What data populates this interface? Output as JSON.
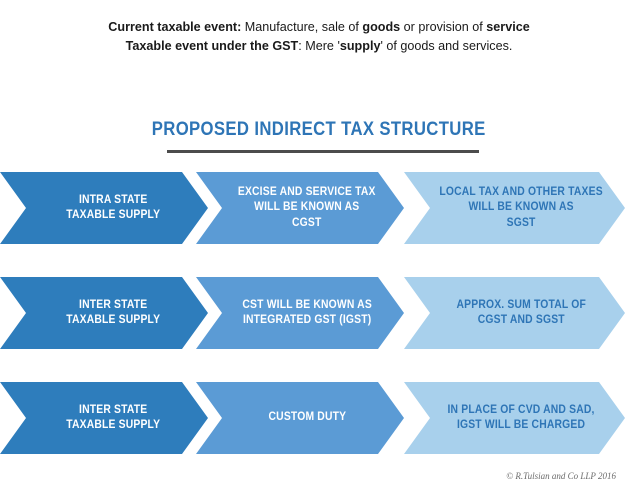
{
  "header": {
    "line1_lead": "Current taxable event:",
    "line1_mid": " Manufacture, sale of ",
    "line1_bold1": "goods",
    "line1_mid2": " or provision of ",
    "line1_bold2": "service",
    "line2_lead": "Taxable event under the GST",
    "line2_mid": ": Mere '",
    "line2_bold1": "supply",
    "line2_tail": "' of goods and services."
  },
  "title": {
    "text": "PROPOSED INDIRECT TAX STRUCTURE"
  },
  "colors": {
    "dark_blue": "#2E7DBC",
    "mid_blue": "#5B9BD5",
    "light_blue": "#A8D0EC",
    "title_blue": "#2E75B6",
    "rule_gray": "#4C4C4C",
    "footer_gray": "#6B6B6B"
  },
  "rows": [
    {
      "stages": [
        {
          "label": "INTRA STATE\nTAXABLE SUPPLY",
          "fill": "dark",
          "text_color": "white"
        },
        {
          "label": "EXCISE AND SERVICE TAX\nWILL BE KNOWN AS\nCGST",
          "fill": "mid",
          "text_color": "white"
        },
        {
          "label": "LOCAL TAX AND OTHER TAXES\nWILL BE KNOWN AS\nSGST",
          "fill": "light",
          "text_color": "blue"
        }
      ]
    },
    {
      "stages": [
        {
          "label": "INTER STATE\nTAXABLE SUPPLY",
          "fill": "dark",
          "text_color": "white"
        },
        {
          "label": "CST WILL BE KNOWN AS\nINTEGRATED GST (IGST)",
          "fill": "mid",
          "text_color": "white"
        },
        {
          "label": "APPROX.  SUM TOTAL OF\nCGST AND SGST",
          "fill": "light",
          "text_color": "blue"
        }
      ]
    },
    {
      "stages": [
        {
          "label": "INTER STATE\nTAXABLE SUPPLY",
          "fill": "dark",
          "text_color": "white"
        },
        {
          "label": "CUSTOM DUTY",
          "fill": "mid",
          "text_color": "white"
        },
        {
          "label": "IN PLACE OF CVD AND SAD,\nIGST WILL BE CHARGED",
          "fill": "light",
          "text_color": "blue"
        }
      ]
    }
  ],
  "footer": {
    "copyright": "© R.Tulsian and Co LLP 2016"
  }
}
